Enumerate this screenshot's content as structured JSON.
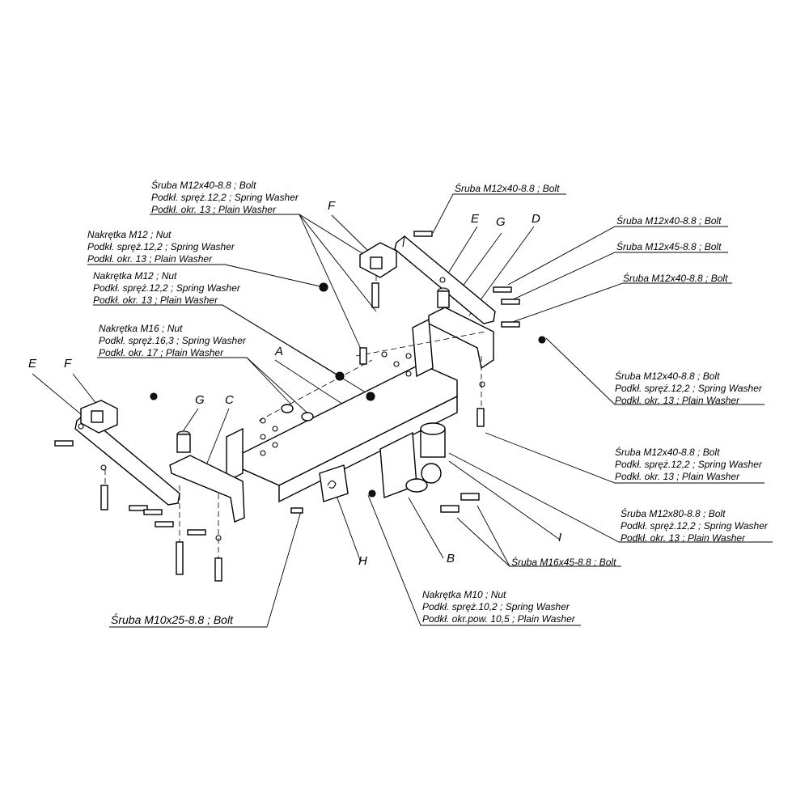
{
  "labels": {
    "top_left_bolt": [
      "Śruba M12x40-8.8 ;  Bolt",
      "Podkł. spręż.12,2 ; Spring Washer",
      "Podkł. okr. 13 ; Plain Washer"
    ],
    "nut_m12_a": [
      "Nakrętka  M12 ; Nut",
      "Podkł. spręż.12,2 ; Spring Washer",
      "Podkł. okr. 13 ; Plain Washer"
    ],
    "nut_m12_b": [
      "Nakrętka  M12 ; Nut",
      "Podkł. spręż.12,2 ; Spring Washer",
      "Podkł. okr. 13 ; Plain Washer"
    ],
    "nut_m16": [
      "Nakrętka  M16 ; Nut",
      "Podkł. spręż.16,3 ; Spring Washer",
      "Podkł. okr. 17 ; Plain Washer"
    ],
    "top_right_bolt": [
      "Śruba M12x40-8.8 ;  Bolt"
    ],
    "right_bolt_1": [
      "Śruba M12x40-8.8 ;  Bolt"
    ],
    "right_bolt_2": [
      "Śruba M12x45-8.8 ;  Bolt"
    ],
    "right_bolt_3": [
      "Śruba M12x40-8.8 ;  Bolt"
    ],
    "right_bolt_set_1": [
      "Śruba M12x40-8.8 ;  Bolt",
      "Podkł. spręż.12,2 ; Spring Washer",
      "Podkł. okr. 13 ; Plain Washer"
    ],
    "right_bolt_set_2": [
      "Śruba M12x40-8.8 ;  Bolt",
      "Podkł. spręż.12,2 ; Spring Washer",
      "Podkł. okr. 13 ; Plain Washer"
    ],
    "right_bolt_set_3": [
      "Śruba M12x80-8.8 ;  Bolt",
      "Podkł. spręż.12,2 ; Spring Washer",
      "Podkł. okr. 13 ; Plain Washer"
    ],
    "bolt_m16": [
      "Śruba M16x45-8.8 ;  Bolt"
    ],
    "nut_m10": [
      "Nakrętka  M10 ; Nut",
      "Podkł. spręż.10,2 ; Spring Washer",
      "Podkł. okr.pow. 10,5 ; Plain Washer"
    ],
    "bolt_m10": [
      "Śruba M10x25-8.8 ;  Bolt"
    ]
  },
  "part_letters": {
    "A": "A",
    "B": "B",
    "C": "C",
    "D": "D",
    "E_left": "E",
    "E_top": "E",
    "F_left": "F",
    "F_top": "F",
    "G_left": "G",
    "G_top": "G",
    "H": "H",
    "I": "I"
  }
}
